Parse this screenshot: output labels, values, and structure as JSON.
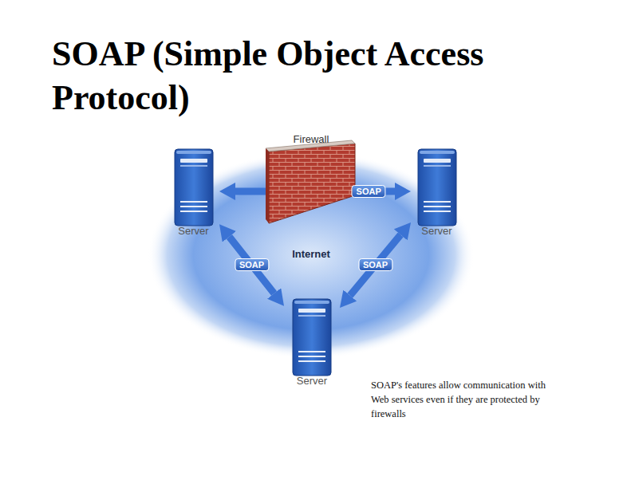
{
  "diagram": {
    "title": "SOAP (Simple Object Access Protocol)",
    "caption": "SOAP's features allow communication with Web services even if they are protected by firewalls",
    "nodes": [
      {
        "text": [
          "Server"
        ]
      },
      {
        "text": [
          "Firewall"
        ]
      },
      {
        "text": [
          "Server"
        ]
      },
      {
        "text": [
          "Server"
        ]
      }
    ],
    "edges": [
      {
        "from": 0,
        "to": 2,
        "arrow": "both",
        "label": "SOAP"
      },
      {
        "from": 0,
        "to": 3,
        "arrow": "both",
        "label": "SOAP"
      },
      {
        "from": 2,
        "to": 3,
        "arrow": "both",
        "label": "SOAP"
      }
    ],
    "labels": [
      "Internet"
    ]
  }
}
